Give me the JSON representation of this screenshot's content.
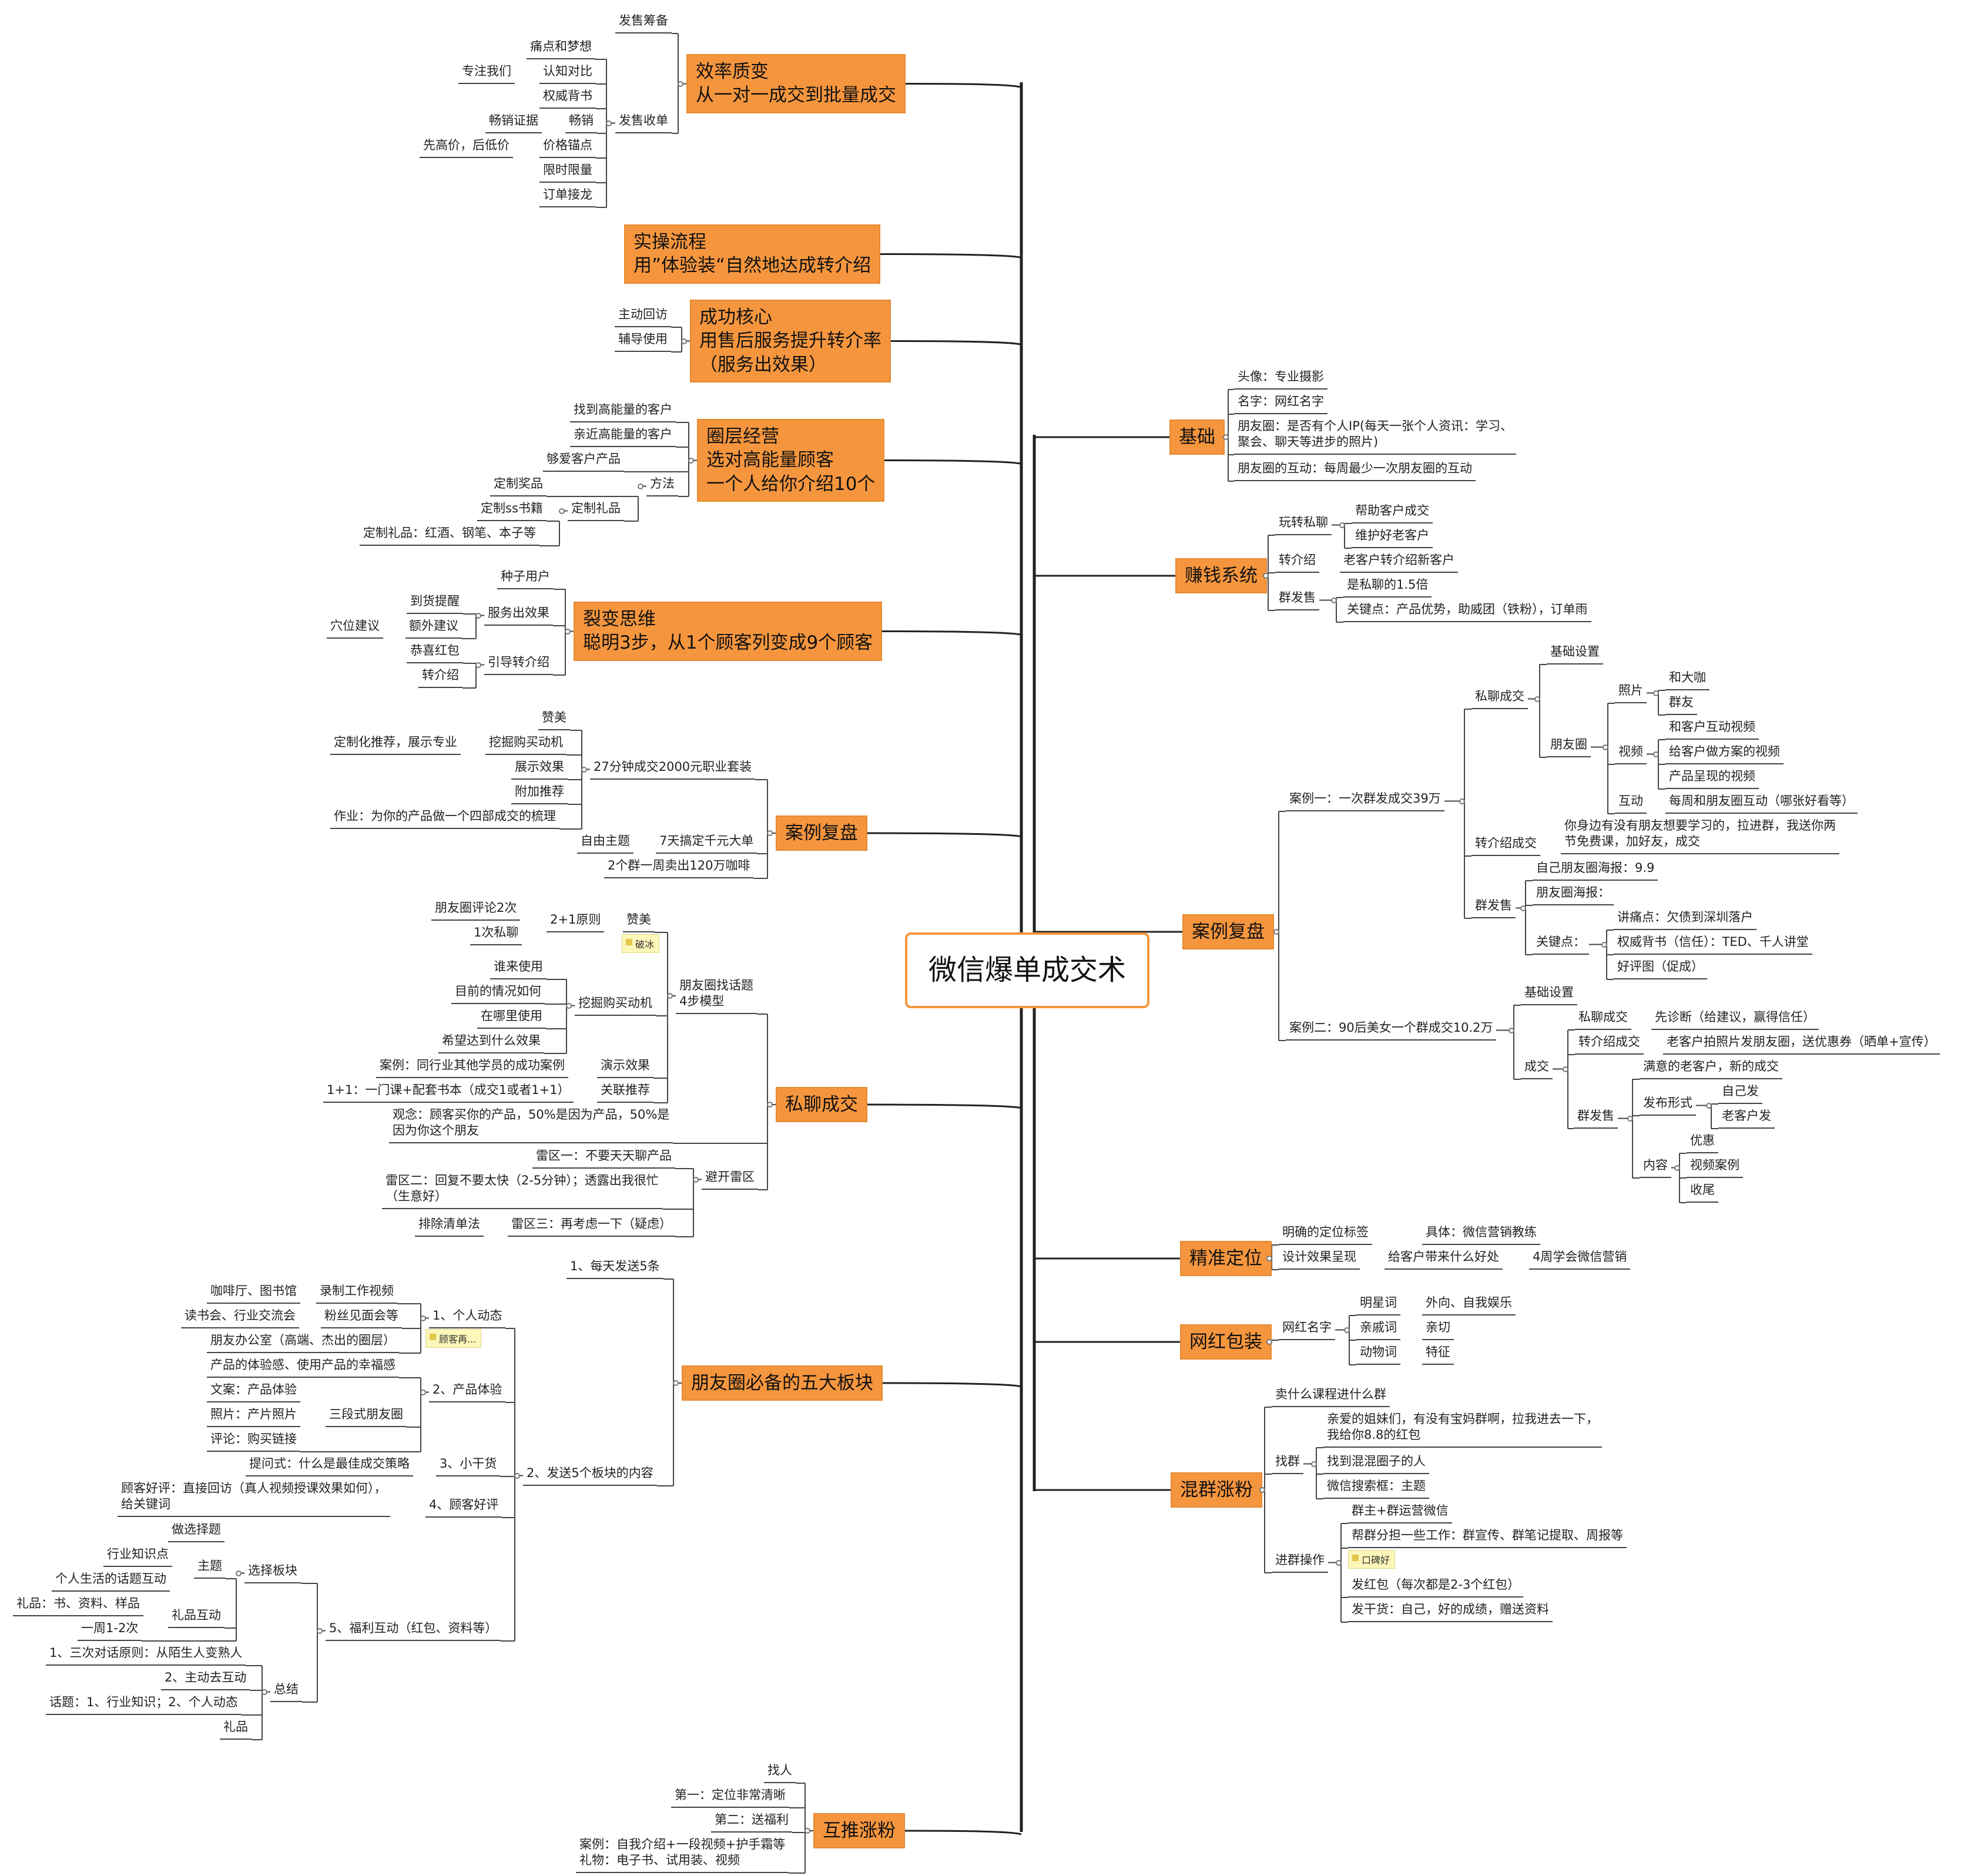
{
  "root": "微信爆单成交术",
  "left": {
    "efficiency": {
      "title": "效率质变\n从一对一成交到批量成交",
      "prep": "发售筹备",
      "close": "发售收单",
      "pain": "痛点和梦想",
      "focus": "专注我们",
      "cognitive": "认知对比",
      "authority": "权威背书",
      "bestseller_hint": "畅销证据",
      "bestseller": "畅销",
      "price_hint": "先高价，后低价",
      "anchor": "价格锚点",
      "limited": "限时限量",
      "chain": "订单接龙"
    },
    "process": {
      "title": "实操流程\n用”体验装“自然地达成转介绍"
    },
    "core": {
      "title": "成功核心\n用售后服务提升转介率\n（服务出效果）",
      "visit": "主动回访",
      "guide": "辅导使用"
    },
    "circle": {
      "title": "圈层经营\n选对高能量顾客\n一个人给你介绍10个",
      "find": "找到高能量的客户",
      "near": "亲近高能量的客户",
      "love": "够爱客户产品",
      "method": "方法",
      "prize": "定制奖品",
      "book": "定制ss书籍",
      "gift": "定制礼品",
      "gift_detail": "定制礼品：红酒、钢笔、本子等"
    },
    "fission": {
      "title": "裂变思维\n聪明3步，从1个顾客列变成9个顾客",
      "seed": "种子用户",
      "remind": "到货提醒",
      "service": "服务出效果",
      "acupoint": "穴位建议",
      "extra": "额外建议",
      "redpack": "恭喜红包",
      "guide": "引导转介绍",
      "refer": "转介绍"
    },
    "case": {
      "title": "案例复盘",
      "praise": "赞美",
      "custom": "定制化推荐，展示专业",
      "mine": "挖掘购买动机",
      "show": "展示效果",
      "p27": "27分钟成交2000元职业套装",
      "addrec": "附加推荐",
      "homework": "作业：为你的产品做一个四部成交的梳理",
      "free": "自由主题",
      "week": "7天搞定千元大单",
      "coffee": "2个群一周卖出120万咖啡"
    },
    "private": {
      "title": "私聊成交",
      "comment": "朋友圈评论2次",
      "rule": "2+1原则",
      "praise": "赞美",
      "chat": "1次私聊",
      "note": "破冰",
      "who": "谁来使用",
      "now": "目前的情况如何",
      "where": "在哪里使用",
      "hope": "希望达到什么效果",
      "mine": "挖掘购买动机",
      "model": "朋友圈找话题\n4步模型",
      "example": "案例：同行业其他学员的成功案例",
      "demo": "演示效果",
      "combo": "1+1：一门课+配套书本（成交1或者1+1）",
      "related": "关联推荐",
      "concept": "观念：顾客买你的产品，50%是因为产品，50%是\n因为你这个朋友",
      "mine1": "雷区一：不要天天聊产品",
      "mine2": "雷区二：回复不要太快（2-5分钟）；透露出我很忙\n（生意好）",
      "avoid": "避开雷区",
      "exclude": "排除清单法",
      "mine3": "雷区三：再考虑一下（疑虑）"
    },
    "moments": {
      "title": "朋友圈必备的五大板块",
      "daily": "1、每天发送5条",
      "five": "2、发送5个板块的内容",
      "cafe": "咖啡厅、图书馆",
      "record": "录制工作视频",
      "club": "读书会、行业交流会",
      "fans": "粉丝见面会等",
      "office": "朋友办公室（高端、杰出的圈层）",
      "personal": "1、个人动态",
      "note": "顾客再...",
      "happy": "产品的体验感、使用产品的幸福感",
      "copy": "文案：产品体验",
      "photo": "照片：产片照片",
      "three": "三段式朋友圈",
      "review": "评论：购买链接",
      "product": "2、产品体验",
      "ask": "提问式：什么是最佳成交策略",
      "trick": "3、小干货",
      "feedback": "顾客好评：直接回访（真人视频授课效果如何），\n给关键词",
      "good": "4、顾客好评",
      "choice": "做选择题",
      "knowledge": "行业知识点",
      "topic": "主题",
      "select": "选择板块",
      "life": "个人生活的话题互动",
      "gifts": "礼品：书、资料、样品",
      "gift_act": "礼品互动",
      "freq": "一周1-2次",
      "welfare": "5、福利互动（红包、资料等）",
      "three_rule": "1、三次对话原则：从陌生人变熟人",
      "active": "2、主动去互动",
      "summary": "总结",
      "topics": "话题：1、行业知识；2、个人动态",
      "gift_last": "礼品"
    },
    "push": {
      "title": "互推涨粉",
      "find": "找人",
      "first": "第一：定位非常清晰",
      "second": "第二：送福利",
      "case": "案例：自我介绍+一段视频+护手霜等\n礼物：电子书、试用装、视频"
    }
  },
  "right": {
    "base": {
      "title": "基础",
      "avatar": "头像：专业摄影",
      "name": "名字：网红名字",
      "moments": "朋友圈：是否有个人IP(每天一张个人资讯：学习、\n聚会、聊天等进步的照片)",
      "interact": "朋友圈的互动：每周最少一次朋友圈的互动"
    },
    "money": {
      "title": "赚钱系统",
      "private": "玩转私聊",
      "help": "帮助客户成交",
      "keep": "维护好老客户",
      "refer": "转介绍",
      "old": "老客户转介绍新客户",
      "group": "群发售",
      "times": "是私聊的1.5倍",
      "key": "关键点：产品优势，助威团（铁粉），订单雨"
    },
    "case": {
      "title": "案例复盘",
      "case1": "案例一：一次群发成交39万",
      "private": "私聊成交",
      "basic": "基础设置",
      "moments": "朋友圈",
      "photo": "照片",
      "coffee": "和大咖",
      "group_photo": "群友",
      "video": "视频",
      "v1": "和客户互动视频",
      "v2": "给客户做方案的视频",
      "v3": "产品呈现的视频",
      "interact": "互动",
      "weekly": "每周和朋友圈互动（哪张好看等）",
      "refer": "转介绍成交",
      "refer_text": "你身边有没有朋友想要学习的，拉进群，我送你两\n节免费课，加好友，成交",
      "self": "自己朋友圈海报：9.9",
      "group_sale": "群发售",
      "poster": "朋友圈海报：",
      "pain": "讲痛点：欠债到深圳落户",
      "key": "关键点：",
      "auth": "权威背书（信任）：TED、千人讲堂",
      "review": "好评图（促成）",
      "case2": "案例二：90后美女一个群成交10.2万",
      "basic2": "基础设置",
      "private2": "私聊成交",
      "diagnose": "先诊断（给建议，赢得信任）",
      "refer2": "转介绍成交",
      "refer2_text": "老客户拍照片发朋友圈，送优惠券（晒单+宣传）",
      "deal": "成交",
      "satisfied": "满意的老客户，新的成交",
      "form": "发布形式",
      "selfpost": "自己发",
      "oldpost": "老客户发",
      "group2": "群发售",
      "content": "内容",
      "discount": "优惠",
      "vcase": "视频案例",
      "end": "收尾"
    },
    "position": {
      "title": "精准定位",
      "tag": "明确的定位标签",
      "specific": "具体：微信营销教练",
      "design": "设计效果呈现",
      "bring": "给客户带来什么好处",
      "learn": "4周学会微信营销"
    },
    "pack": {
      "title": "网红包装",
      "name": "网红名字",
      "star": "明星词",
      "outward": "外向、自我娱乐",
      "close": "亲戚词",
      "kind": "亲切",
      "animal": "动物词",
      "feature": "特征"
    },
    "mix": {
      "title": "混群涨粉",
      "sell": "卖什么课程进什么群",
      "find": "找群",
      "dear": "亲爱的姐妹们，有没有宝妈群啊，拉我进去一下，\n我给你8.8的红包",
      "circle": "找到混混圈子的人",
      "search": "微信搜索框：主题",
      "owner": "群主+群运营微信",
      "share": "帮群分担一些工作：群宣传、群笔记提取、周报等",
      "enter": "进群操作",
      "note": "口碑好",
      "redpack": "发红包（每次都是2-3个红包）",
      "tips": "发干货：自己，好的成绩，赠送资料"
    }
  }
}
